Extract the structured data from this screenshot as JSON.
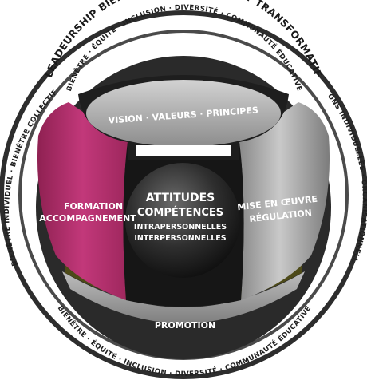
{
  "title": "LEADEURSHIP BIENVEILLANT INCLUSIF ET TRANSFORMATIF",
  "ring_top": "BIENÊTRE · ÉQUITÉ · INCLUSION · DIVERSITÉ · COMMUNAUTÉ ÉDUCATIVE",
  "ring_left": "BIENÊTRE INDIVIDUEL · BIENÊTRE COLLECTIF",
  "ring_right": "TRANSFORMATIONS INDIVIDUELLES · ORGANISATIONNELLES · SOCIÉTALES",
  "ring_bottom": "BIENÊTRE · ÉQUITÉ · INCLUSION · DIVERSITÉ · COMMUNAUTÉ ÉDUCATIVE",
  "top_lid": "VISION · VALEURS · PRINCIPES",
  "left_panel": [
    "FORMATION",
    "ACCOMPAGNEMENT"
  ],
  "right_panel": [
    "MISE EN ŒUVRE",
    "RÉGULATION"
  ],
  "center_sphere": {
    "line1": "ATTITUDES",
    "line2": "COMPÉTENCES",
    "line3": "INTRAPERSONNELLES",
    "line4": "INTERPERSONNELLES"
  },
  "bottom_band": "PROMOTION",
  "colors": {
    "magenta": "#b8316e",
    "dark": "#1e1e1e",
    "silver": "#9b9b9b",
    "ring": "#3a3a3a",
    "olive": "#4d4a18"
  }
}
